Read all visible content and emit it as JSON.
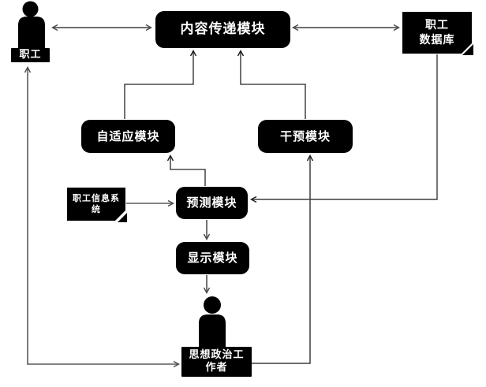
{
  "diagram": {
    "background": "#ffffff",
    "node_bg": "#000000",
    "node_text": "#ffffff",
    "connector_color": "#555555",
    "nodes": {
      "worker": {
        "label": "职工"
      },
      "content_delivery": {
        "label": "内容传递模块"
      },
      "staff_database": {
        "label": "职工数据库",
        "lines": [
          "职工",
          "数据库"
        ]
      },
      "adaptive": {
        "label": "自适应模块"
      },
      "intervention": {
        "label": "干预模块"
      },
      "staff_info_system": {
        "label": "职工信息系统",
        "lines": [
          "职工信息系",
          "统"
        ]
      },
      "prediction": {
        "label": "预测模块"
      },
      "display": {
        "label": "显示模块"
      },
      "political_worker": {
        "label": "思想政治工作者",
        "lines": [
          "思想政治工",
          "作者"
        ]
      }
    },
    "edges": [
      {
        "from": "职工",
        "to": "内容传递模块",
        "direction": "both"
      },
      {
        "from": "内容传递模块",
        "to": "职工数据库",
        "direction": "both"
      },
      {
        "from": "自适应模块",
        "to": "内容传递模块",
        "direction": "forward"
      },
      {
        "from": "干预模块",
        "to": "内容传递模块",
        "direction": "forward"
      },
      {
        "from": "职工数据库",
        "to": "预测模块",
        "direction": "forward"
      },
      {
        "from": "职工信息系统",
        "to": "预测模块",
        "direction": "forward"
      },
      {
        "from": "预测模块",
        "to": "自适应模块",
        "direction": "forward"
      },
      {
        "from": "预测模块",
        "to": "显示模块",
        "direction": "forward"
      },
      {
        "from": "显示模块",
        "to": "思想政治工作者",
        "direction": "forward"
      },
      {
        "from": "思想政治工作者",
        "to": "干预模块",
        "direction": "forward"
      },
      {
        "from": "思想政治工作者",
        "to": "职工",
        "direction": "both"
      }
    ]
  }
}
